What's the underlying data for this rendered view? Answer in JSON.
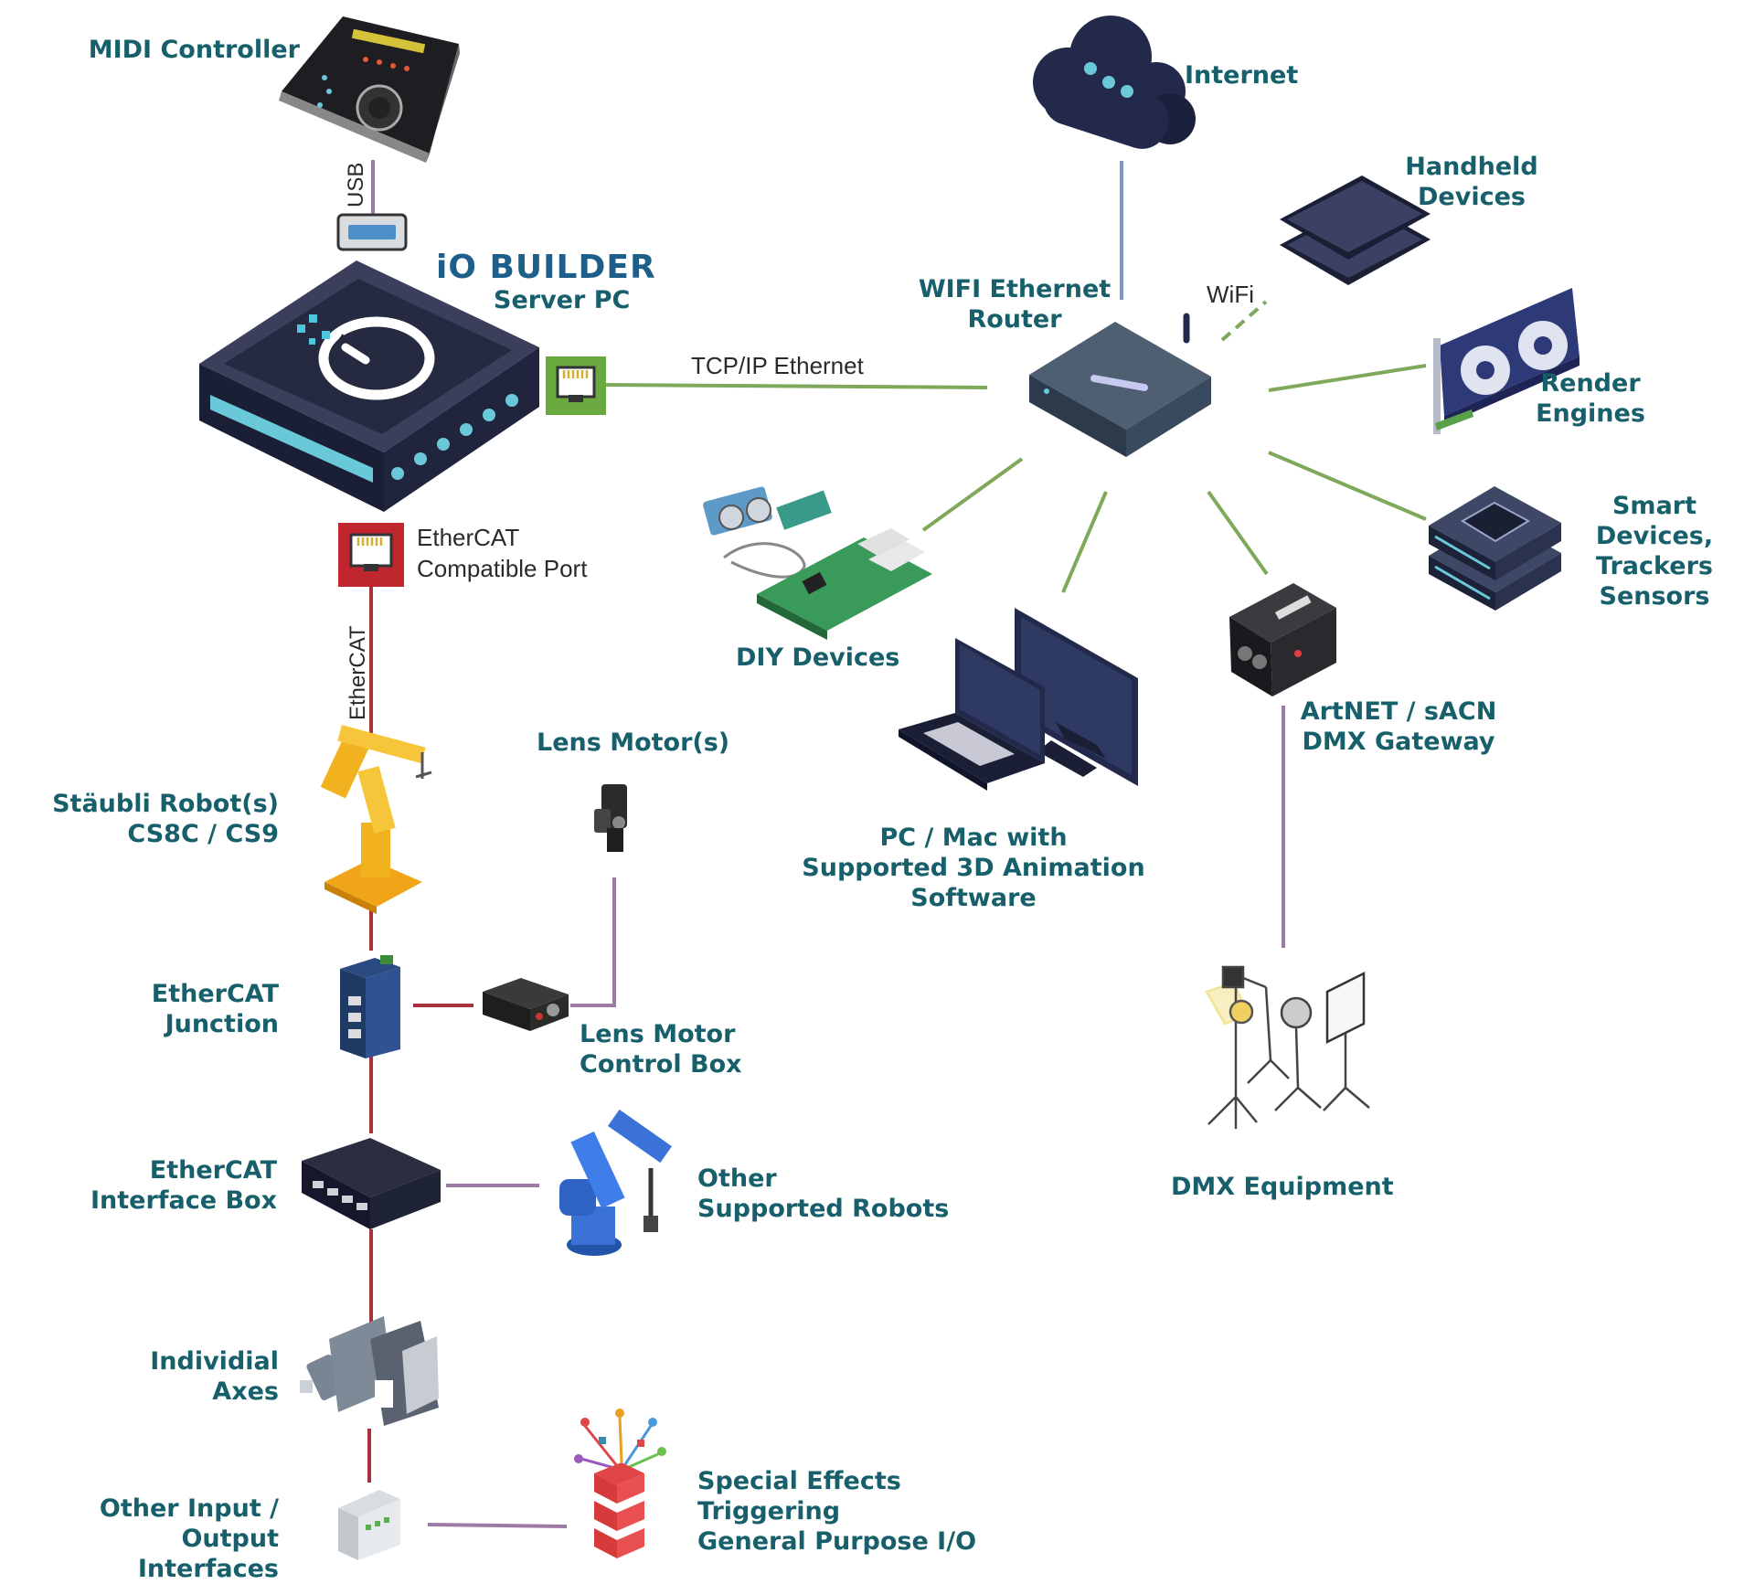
{
  "colors": {
    "label_teal": "#17606b",
    "ethernet_green": "#7ea85a",
    "ethercat_red": "#a5313a",
    "link_purple": "#9c7aa6",
    "internet_blue": "#7d96c6",
    "device_navy": "#22294a"
  },
  "server": {
    "brand": "iO BUILDER",
    "subtitle": "Server PC"
  },
  "midi": {
    "label": "MIDI Controller",
    "link_label": "USB"
  },
  "ethercat_port": {
    "label": "EtherCAT\nCompatible Port",
    "link_label": "EtherCAT"
  },
  "router": {
    "label": "WIFI Ethernet\nRouter",
    "tcp_label": "TCP/IP Ethernet",
    "wifi_label": "WiFi"
  },
  "internet": {
    "label": "Internet"
  },
  "handheld": {
    "label": "Handheld\nDevices"
  },
  "render": {
    "label": "Render\nEngines"
  },
  "smart": {
    "label": "Smart Devices,\nTrackers\nSensors"
  },
  "diy": {
    "label": "DIY Devices"
  },
  "pcmac": {
    "label": "PC / Mac with\nSupported 3D Animation Software"
  },
  "dmx_gateway": {
    "label": "ArtNET / sACN\nDMX Gateway"
  },
  "dmx_equipment": {
    "label": "DMX Equipment"
  },
  "staubli": {
    "label": "Stäubli Robot(s)\nCS8C / CS9"
  },
  "lens_motor": {
    "label": "Lens Motor(s)"
  },
  "ethercat_junction": {
    "label": "EtherCAT\nJunction"
  },
  "lens_box": {
    "label": "Lens Motor\nControl Box"
  },
  "ethercat_interface": {
    "label": "EtherCAT\nInterface Box"
  },
  "other_robots": {
    "label": "Other\nSupported Robots"
  },
  "axes": {
    "label": "Individial\nAxes"
  },
  "io_interfaces": {
    "label": "Other Input / Output\nInterfaces"
  },
  "special_fx": {
    "label": "Special Effects\nTriggering\nGeneral Purpose I/O"
  },
  "icons": [
    "midi-controller-icon",
    "usb-port-icon",
    "server-pc-icon",
    "ethernet-port-icon",
    "ethercat-port-icon",
    "router-icon",
    "cloud-icon",
    "tablet-icon",
    "gpu-icon",
    "chip-icon",
    "raspberry-pi-icon",
    "monitor-laptop-icon",
    "dmx-gateway-icon",
    "studio-lights-icon",
    "robot-arm-icon",
    "lens-motor-icon",
    "ethercat-junction-icon",
    "lens-box-icon",
    "interface-box-icon",
    "blue-robot-icon",
    "servo-motor-icon",
    "io-module-icon",
    "fireworks-icon"
  ]
}
